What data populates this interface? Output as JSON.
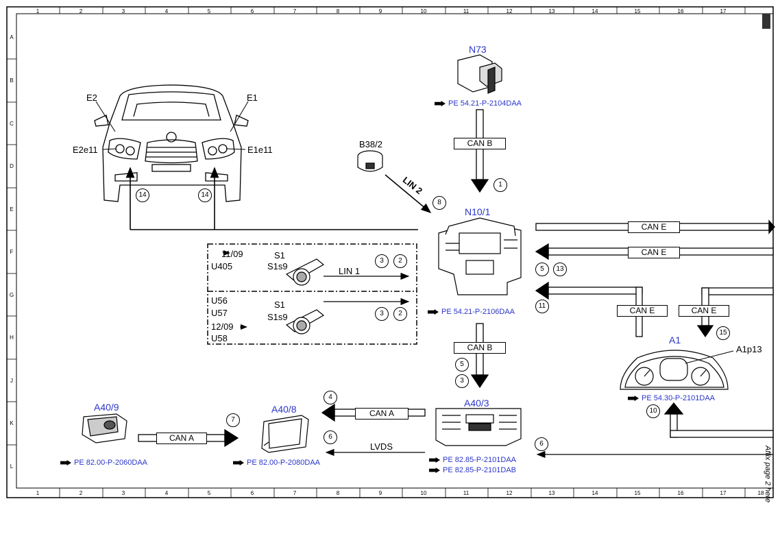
{
  "grid": {
    "columns": [
      "1",
      "2",
      "3",
      "4",
      "5",
      "6",
      "7",
      "8",
      "9",
      "10",
      "11",
      "12",
      "13",
      "14",
      "15",
      "16",
      "17",
      "18"
    ],
    "rows": [
      "A",
      "B",
      "C",
      "D",
      "E",
      "F",
      "G",
      "H",
      "J",
      "K",
      "L"
    ]
  },
  "components": {
    "n73": {
      "label": "N73",
      "ref": "PE 54.21-P-2104DAA"
    },
    "b38_2": {
      "label": "B38/2"
    },
    "n10_1": {
      "label": "N10/1",
      "ref": "PE 54.21-P-2106DAA"
    },
    "e2": {
      "label": "E2"
    },
    "e1": {
      "label": "E1"
    },
    "e2e11": {
      "label": "E2e11"
    },
    "e1e11": {
      "label": "E1e11"
    },
    "a1": {
      "label": "A1",
      "sub": "A1p13",
      "ref": "PE 54.30-P-2101DAA"
    },
    "a40_3": {
      "label": "A40/3",
      "ref1": "PE 82.85-P-2101DAA",
      "ref2": "PE 82.85-P-2101DAB"
    },
    "a40_8": {
      "label": "A40/8",
      "ref": "PE 82.00-P-2080DAA"
    },
    "a40_9": {
      "label": "A40/9",
      "ref": "PE 82.00-P-2060DAA"
    }
  },
  "variants": {
    "upper": {
      "line1": "11/09",
      "line2": "U405",
      "s1": "S1",
      "s1s9": "S1s9"
    },
    "lower": {
      "line1": "U56",
      "line2": "U57",
      "line3": "12/09",
      "line4": "U58",
      "s1": "S1",
      "s1s9": "S1s9"
    }
  },
  "buses": {
    "can_b": "CAN B",
    "can_e": "CAN E",
    "can_a": "CAN A",
    "lin1": "LIN 1",
    "lin2": "LIN 2",
    "lvds": "LVDS"
  },
  "markers": {
    "m1": "1",
    "m2": "2",
    "m3": "3",
    "m4": "4",
    "m5": "5",
    "m6": "6",
    "m7": "7",
    "m8": "8",
    "m10": "10",
    "m11": "11",
    "m13": "13",
    "m14": "14",
    "m15": "15"
  },
  "footer": {
    "affix": "Affix page 2 here"
  }
}
